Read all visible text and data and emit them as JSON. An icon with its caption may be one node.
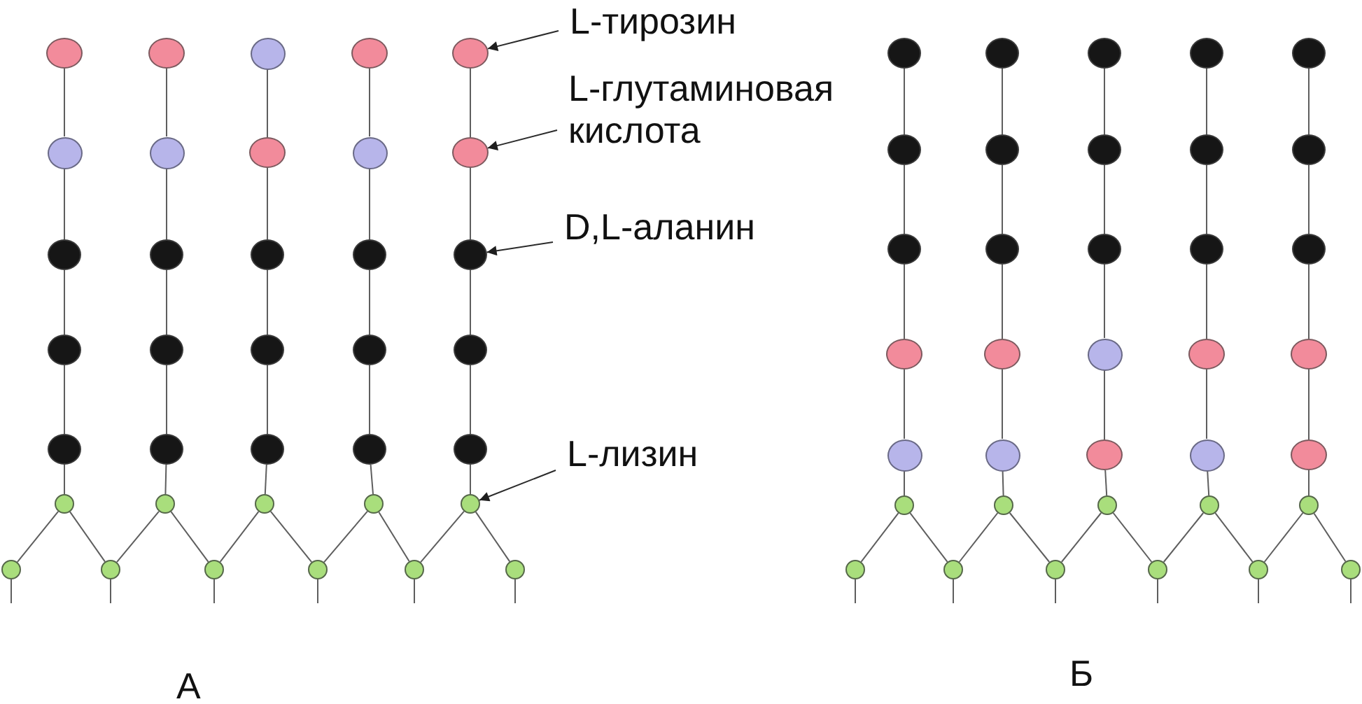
{
  "diagram": {
    "nodes": [
      {
        "text": [],
        "shape": "circle"
      },
      {
        "text": [],
        "shape": "circle"
      },
      {
        "text": [],
        "shape": "circle"
      },
      {
        "text": [],
        "shape": "circle"
      },
      {
        "text": [],
        "shape": "circle"
      },
      {
        "text": [],
        "shape": "circle"
      },
      {
        "text": [],
        "shape": "circle"
      },
      {
        "text": [],
        "shape": "circle"
      },
      {
        "text": [],
        "shape": "circle"
      },
      {
        "text": [],
        "shape": "circle"
      },
      {
        "text": [],
        "shape": "circle"
      },
      {
        "text": [],
        "shape": "circle"
      },
      {
        "text": [],
        "shape": "circle"
      },
      {
        "text": [],
        "shape": "circle"
      },
      {
        "text": [],
        "shape": "circle"
      },
      {
        "text": [],
        "shape": "circle"
      },
      {
        "text": [],
        "shape": "circle"
      },
      {
        "text": [],
        "shape": "circle"
      },
      {
        "text": [],
        "shape": "circle"
      },
      {
        "text": [],
        "shape": "circle"
      },
      {
        "text": [],
        "shape": "circle"
      },
      {
        "text": [],
        "shape": "circle"
      },
      {
        "text": [],
        "shape": "circle"
      },
      {
        "text": [],
        "shape": "circle"
      },
      {
        "text": [],
        "shape": "circle"
      },
      {
        "text": [],
        "shape": "circle"
      },
      {
        "text": [],
        "shape": "circle"
      },
      {
        "text": [],
        "shape": "circle"
      },
      {
        "text": [],
        "shape": "circle"
      },
      {
        "text": [],
        "shape": "circle"
      },
      {
        "text": [],
        "shape": "circle"
      },
      {
        "text": [],
        "shape": "circle"
      },
      {
        "text": [],
        "shape": "circle"
      },
      {
        "text": [],
        "shape": "circle"
      },
      {
        "text": [],
        "shape": "circle"
      },
      {
        "text": [],
        "shape": "circle"
      },
      {
        "text": [
          "L-тирозин"
        ]
      },
      {
        "text": [
          "L-глутаминовая кислота"
        ]
      },
      {
        "text": [
          "D,L-аланин"
        ]
      },
      {
        "text": [
          "L-лизин"
        ]
      },
      {
        "text": [],
        "shape": "circle"
      },
      {
        "text": [],
        "shape": "circle"
      },
      {
        "text": [],
        "shape": "circle"
      },
      {
        "text": [],
        "shape": "circle"
      },
      {
        "text": [],
        "shape": "circle"
      },
      {
        "text": [],
        "shape": "circle"
      },
      {
        "text": [],
        "shape": "circle"
      },
      {
        "text": [],
        "shape": "circle"
      },
      {
        "text": [],
        "shape": "circle"
      },
      {
        "text": [],
        "shape": "circle"
      },
      {
        "text": [],
        "shape": "circle"
      },
      {
        "text": [],
        "shape": "circle"
      },
      {
        "text": [],
        "shape": "circle"
      },
      {
        "text": [],
        "shape": "circle"
      },
      {
        "text": [],
        "shape": "circle"
      },
      {
        "text": [],
        "shape": "circle"
      },
      {
        "text": [],
        "shape": "circle"
      },
      {
        "text": [],
        "shape": "circle"
      },
      {
        "text": [],
        "shape": "circle"
      },
      {
        "text": [],
        "shape": "circle"
      },
      {
        "text": [],
        "shape": "circle"
      },
      {
        "text": [],
        "shape": "circle"
      },
      {
        "text": [],
        "shape": "circle"
      },
      {
        "text": [],
        "shape": "circle"
      },
      {
        "text": [],
        "shape": "circle"
      },
      {
        "text": [],
        "shape": "circle"
      },
      {
        "text": [],
        "shape": "circle"
      },
      {
        "text": [],
        "shape": "circle"
      },
      {
        "text": [],
        "shape": "circle"
      },
      {
        "text": [],
        "shape": "circle"
      },
      {
        "text": [],
        "shape": "circle"
      },
      {
        "text": [],
        "shape": "circle"
      },
      {
        "text": [],
        "shape": "circle"
      },
      {
        "text": [],
        "shape": "circle"
      },
      {
        "text": [],
        "shape": "circle"
      },
      {
        "text": [],
        "shape": "circle"
      }
    ],
    "edges": [
      {
        "from": 0,
        "to": 5,
        "arrow": "none"
      },
      {
        "from": 5,
        "to": 10,
        "arrow": "none"
      },
      {
        "from": 10,
        "to": 15,
        "arrow": "none"
      },
      {
        "from": 15,
        "to": 20,
        "arrow": "none"
      },
      {
        "from": 20,
        "to": 25,
        "arrow": "none"
      },
      {
        "from": 1,
        "to": 6,
        "arrow": "none"
      },
      {
        "from": 6,
        "to": 11,
        "arrow": "none"
      },
      {
        "from": 11,
        "to": 16,
        "arrow": "none"
      },
      {
        "from": 16,
        "to": 21,
        "arrow": "none"
      },
      {
        "from": 21,
        "to": 26,
        "arrow": "none"
      },
      {
        "from": 2,
        "to": 7,
        "arrow": "none"
      },
      {
        "from": 7,
        "to": 12,
        "arrow": "none"
      },
      {
        "from": 12,
        "to": 17,
        "arrow": "none"
      },
      {
        "from": 17,
        "to": 22,
        "arrow": "none"
      },
      {
        "from": 22,
        "to": 27,
        "arrow": "none"
      },
      {
        "from": 3,
        "to": 8,
        "arrow": "none"
      },
      {
        "from": 8,
        "to": 13,
        "arrow": "none"
      },
      {
        "from": 13,
        "to": 18,
        "arrow": "none"
      },
      {
        "from": 18,
        "to": 23,
        "arrow": "none"
      },
      {
        "from": 23,
        "to": 28,
        "arrow": "none"
      },
      {
        "from": 4,
        "to": 9,
        "arrow": "none"
      },
      {
        "from": 9,
        "to": 14,
        "arrow": "none"
      },
      {
        "from": 14,
        "to": 19,
        "arrow": "none"
      },
      {
        "from": 19,
        "to": 24,
        "arrow": "none"
      },
      {
        "from": 24,
        "to": 29,
        "arrow": "none"
      },
      {
        "from": 25,
        "to": 30,
        "arrow": "none"
      },
      {
        "from": 25,
        "to": 31,
        "arrow": "none"
      },
      {
        "from": 26,
        "to": 31,
        "arrow": "none"
      },
      {
        "from": 26,
        "to": 32,
        "arrow": "none"
      },
      {
        "from": 27,
        "to": 32,
        "arrow": "none"
      },
      {
        "from": 27,
        "to": 33,
        "arrow": "none"
      },
      {
        "from": 28,
        "to": 33,
        "arrow": "none"
      },
      {
        "from": 28,
        "to": 34,
        "arrow": "none"
      },
      {
        "from": 29,
        "to": 34,
        "arrow": "none"
      },
      {
        "from": 29,
        "to": 35,
        "arrow": "none"
      },
      {
        "from": 30,
        "to": null,
        "arrow": "none"
      },
      {
        "from": 31,
        "to": null,
        "arrow": "none"
      },
      {
        "from": 32,
        "to": null,
        "arrow": "none"
      },
      {
        "from": 33,
        "to": null,
        "arrow": "none"
      },
      {
        "from": 34,
        "to": null,
        "arrow": "none"
      },
      {
        "from": 35,
        "to": null,
        "arrow": "none"
      },
      {
        "from": 36,
        "to": 4,
        "arrow": "to"
      },
      {
        "from": 37,
        "to": 9,
        "arrow": "to"
      },
      {
        "from": 38,
        "to": 14,
        "arrow": "to"
      },
      {
        "from": 39,
        "to": 29,
        "arrow": "to"
      },
      {
        "from": 40,
        "to": 45,
        "arrow": "none"
      },
      {
        "from": 45,
        "to": 50,
        "arrow": "none"
      },
      {
        "from": 50,
        "to": 55,
        "arrow": "none"
      },
      {
        "from": 55,
        "to": 60,
        "arrow": "none"
      },
      {
        "from": 60,
        "to": 65,
        "arrow": "none"
      },
      {
        "from": 41,
        "to": 46,
        "arrow": "none"
      },
      {
        "from": 46,
        "to": 51,
        "arrow": "none"
      },
      {
        "from": 51,
        "to": 56,
        "arrow": "none"
      },
      {
        "from": 56,
        "to": 61,
        "arrow": "none"
      },
      {
        "from": 61,
        "to": 66,
        "arrow": "none"
      },
      {
        "from": 42,
        "to": 47,
        "arrow": "none"
      },
      {
        "from": 47,
        "to": 52,
        "arrow": "none"
      },
      {
        "from": 52,
        "to": 57,
        "arrow": "none"
      },
      {
        "from": 57,
        "to": 62,
        "arrow": "none"
      },
      {
        "from": 62,
        "to": 67,
        "arrow": "none"
      },
      {
        "from": 43,
        "to": 48,
        "arrow": "none"
      },
      {
        "from": 48,
        "to": 53,
        "arrow": "none"
      },
      {
        "from": 53,
        "to": 58,
        "arrow": "none"
      },
      {
        "from": 58,
        "to": 63,
        "arrow": "none"
      },
      {
        "from": 63,
        "to": 68,
        "arrow": "none"
      },
      {
        "from": 44,
        "to": 49,
        "arrow": "none"
      },
      {
        "from": 49,
        "to": 54,
        "arrow": "none"
      },
      {
        "from": 54,
        "to": 59,
        "arrow": "none"
      },
      {
        "from": 59,
        "to": 64,
        "arrow": "none"
      },
      {
        "from": 64,
        "to": 69,
        "arrow": "none"
      },
      {
        "from": 65,
        "to": 70,
        "arrow": "none"
      },
      {
        "from": 65,
        "to": 71,
        "arrow": "none"
      },
      {
        "from": 66,
        "to": 71,
        "arrow": "none"
      },
      {
        "from": 66,
        "to": 72,
        "arrow": "none"
      },
      {
        "from": 67,
        "to": 72,
        "arrow": "none"
      },
      {
        "from": 67,
        "to": 73,
        "arrow": "none"
      },
      {
        "from": 68,
        "to": 73,
        "arrow": "none"
      },
      {
        "from": 68,
        "to": 74,
        "arrow": "none"
      },
      {
        "from": 69,
        "to": 74,
        "arrow": "none"
      },
      {
        "from": 69,
        "to": 75,
        "arrow": "none"
      },
      {
        "from": 70,
        "to": null,
        "arrow": "none"
      },
      {
        "from": 71,
        "to": null,
        "arrow": "none"
      },
      {
        "from": 72,
        "to": null,
        "arrow": "none"
      },
      {
        "from": 73,
        "to": null,
        "arrow": "none"
      },
      {
        "from": 74,
        "to": null,
        "arrow": "none"
      },
      {
        "from": 75,
        "to": null,
        "arrow": "none"
      }
    ],
    "labels": [
      "А",
      "Б"
    ]
  }
}
